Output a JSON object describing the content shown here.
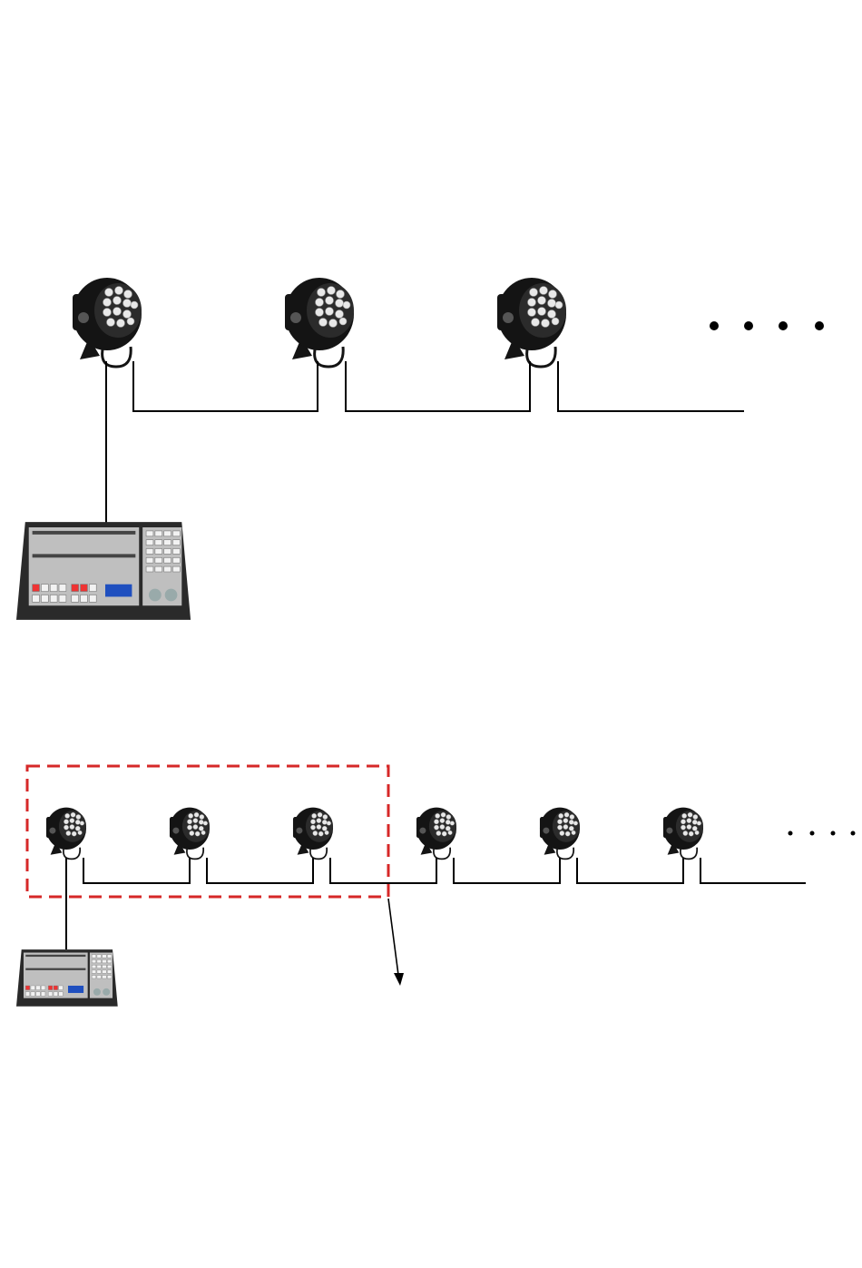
{
  "diagram": {
    "colors": {
      "background": "#ffffff",
      "cable": "#000000",
      "fixture_body": "#141414",
      "fixture_lens": "#e8e8e8",
      "console_body": "#2a2a2a",
      "console_panel": "#bfbfbf",
      "console_display": "#1f4fbf",
      "highlight_box": "#d62828"
    },
    "icons": {
      "fixture": "par-light-fixture-icon",
      "controller": "dmx-lighting-console-icon",
      "continuation": "ellipsis-dots",
      "pointer": "arrow-down-icon"
    },
    "top_section": {
      "fixture_count": 3,
      "has_continuation": true,
      "has_controller": true
    },
    "bottom_section": {
      "fixture_count": 6,
      "highlighted_fixture_count": 3,
      "has_continuation": true,
      "has_controller": true,
      "has_pointer_arrow": true
    }
  }
}
